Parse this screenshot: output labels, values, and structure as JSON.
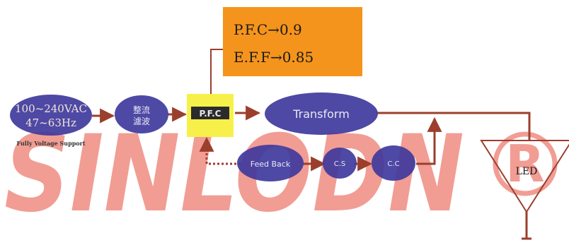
{
  "diagram": {
    "watermark": {
      "text": "SINLODN",
      "symbol": "®",
      "color": "#ef8d82"
    },
    "info_box": {
      "lines": [
        "P.F.C→0.9",
        "E.F.F→0.85"
      ],
      "color": "#f5941c"
    },
    "nodes": {
      "input": {
        "lines": [
          "100~240VAC",
          "47~63Hz"
        ],
        "caption": "Fully Voltage Support"
      },
      "rectify": {
        "lines": [
          "整流",
          "濾波"
        ]
      },
      "pfc": {
        "label": "P.F.C",
        "highlight": "#f7f04a"
      },
      "transform": {
        "label": "Transform"
      },
      "feedback": {
        "label": "Feed Back"
      },
      "cs": {
        "label": "C.S"
      },
      "cc": {
        "label": "C.C"
      },
      "led": {
        "label": "LED"
      }
    },
    "colors": {
      "node_fill": "#3f3a9c",
      "node_text": "#e8e8f4",
      "connector": "#9b3f2c"
    }
  }
}
